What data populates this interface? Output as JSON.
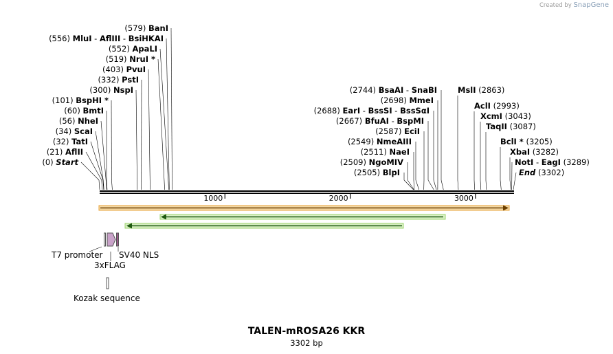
{
  "credit": {
    "prefix": "Created by",
    "brand": "SnapGene"
  },
  "plasmid": {
    "name": "TALEN-mROSA26 KKR",
    "length_label": "3302 bp",
    "length": 3302
  },
  "ticks": [
    "1000",
    "2000",
    "3000"
  ],
  "colors": {
    "backbone": "#000000",
    "orf_orange": "#e8a33a",
    "orf_green": "#9bd36b",
    "promoter": "#c9a2c9"
  },
  "sites_left": [
    {
      "pos": "(579)",
      "name": "BanI",
      "bp": 579
    },
    {
      "pos": "(556)",
      "name": "MluI",
      "alt": [
        "AflIII",
        "BsiHKAI"
      ],
      "bp": 556
    },
    {
      "pos": "(552)",
      "name": "ApaLI",
      "bp": 552
    },
    {
      "pos": "(519)",
      "name": "NruI *",
      "bp": 519
    },
    {
      "pos": "(403)",
      "name": "PvuI",
      "bp": 403
    },
    {
      "pos": "(332)",
      "name": "PstI",
      "bp": 332
    },
    {
      "pos": "(300)",
      "name": "NspI",
      "bp": 300
    },
    {
      "pos": "(101)",
      "name": "BspHI *",
      "bp": 101
    },
    {
      "pos": "(60)",
      "name": "BmtI",
      "bp": 60
    },
    {
      "pos": "(56)",
      "name": "NheI",
      "bp": 56
    },
    {
      "pos": "(34)",
      "name": "ScaI",
      "bp": 34
    },
    {
      "pos": "(32)",
      "name": "TatI",
      "bp": 32
    },
    {
      "pos": "(21)",
      "name": "AflII",
      "bp": 21
    },
    {
      "pos": "(0)",
      "name": "Start",
      "bp": 0,
      "italic": true
    }
  ],
  "sites_mid": [
    {
      "pos": "(2744)",
      "name": "BsaAI",
      "alt": [
        "SnaBI"
      ],
      "bp": 2744
    },
    {
      "pos": "(2698)",
      "name": "MmeI",
      "bp": 2698
    },
    {
      "pos": "(2688)",
      "name": "EarI",
      "alt": [
        "BssSI",
        "BssSαI"
      ],
      "bp": 2688
    },
    {
      "pos": "(2667)",
      "name": "BfuAI",
      "alt": [
        "BspMI"
      ],
      "bp": 2667
    },
    {
      "pos": "(2587)",
      "name": "EciI",
      "bp": 2587
    },
    {
      "pos": "(2549)",
      "name": "NmeAIII",
      "bp": 2549
    },
    {
      "pos": "(2511)",
      "name": "NaeI",
      "bp": 2511
    },
    {
      "pos": "(2509)",
      "name": "NgoMIV",
      "bp": 2509
    },
    {
      "pos": "(2505)",
      "name": "BlpI",
      "bp": 2505
    }
  ],
  "sites_right": [
    {
      "name": "MslI",
      "pos": "(2863)",
      "bp": 2863
    },
    {
      "name": "AclI",
      "pos": "(2993)",
      "bp": 2993
    },
    {
      "name": "XcmI",
      "pos": "(3043)",
      "bp": 3043
    },
    {
      "name": "TaqII",
      "pos": "(3087)",
      "bp": 3087
    },
    {
      "name": "BclI *",
      "pos": "(3205)",
      "bp": 3205
    },
    {
      "name": "XbaI",
      "pos": "(3282)",
      "bp": 3282
    },
    {
      "name": "NotI",
      "alt": [
        "EagI"
      ],
      "pos": "(3289)",
      "bp": 3289
    },
    {
      "name": "End",
      "pos": "(3302)",
      "bp": 3302,
      "italic": true
    }
  ],
  "features": {
    "t7": "T7 promoter",
    "flag": "3xFLAG",
    "nls": "SV40 NLS",
    "kozak": "Kozak sequence"
  }
}
